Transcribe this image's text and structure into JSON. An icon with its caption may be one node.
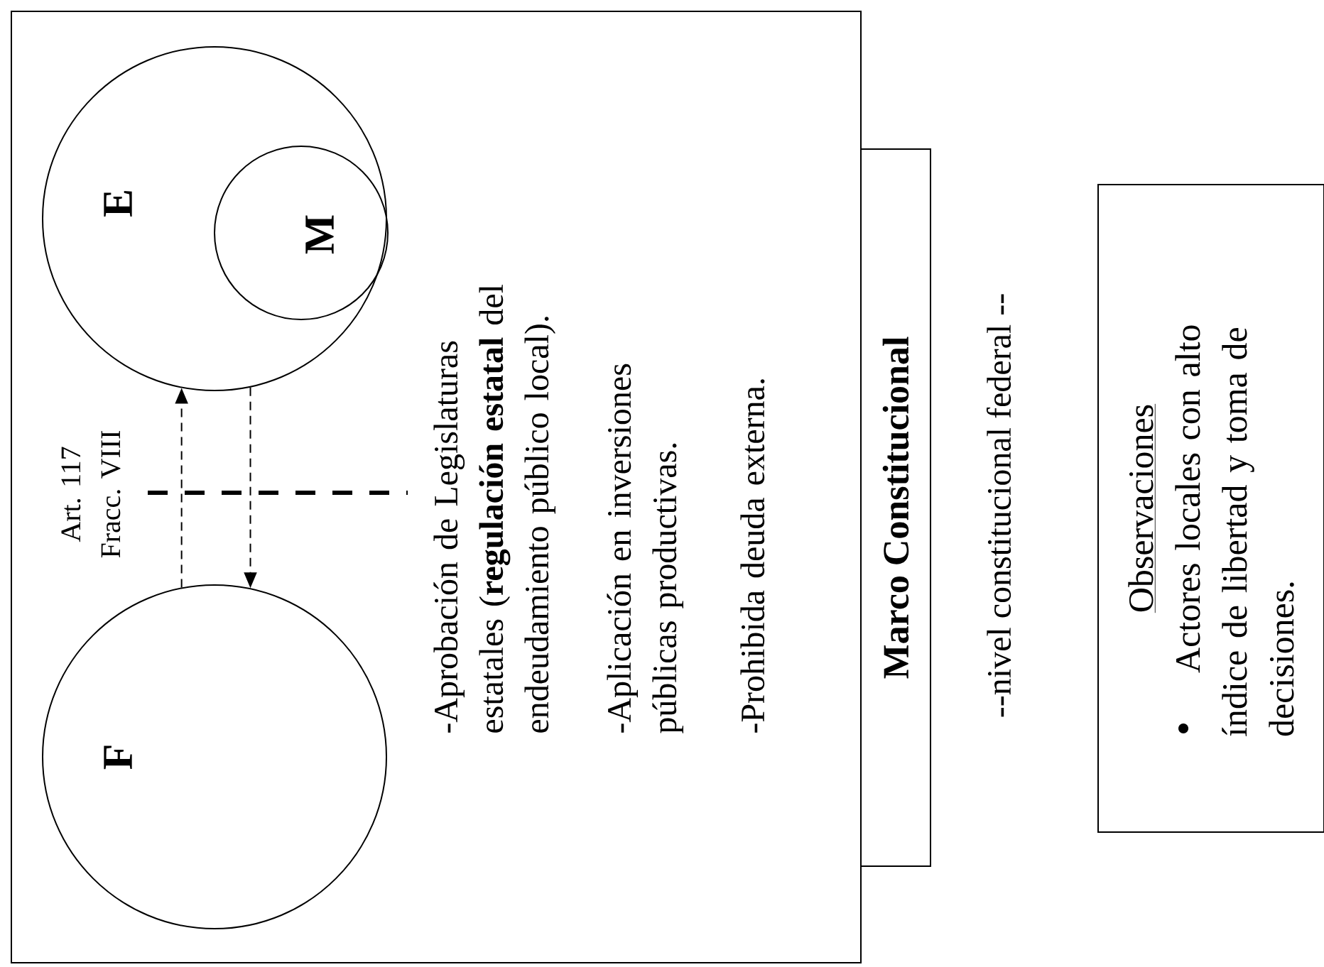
{
  "diagram": {
    "nodes": [
      {
        "text": [
          "-Aprobación de Legislaturas estatales (**regulación estatal** del endeudamiento público local).",
          "-Aplicación en inversiones públicas productivas.",
          "-Prohibida deuda externa."
        ]
      },
      {
        "text": [
          "F"
        ],
        "in": 0
      },
      {
        "text": [
          "E"
        ],
        "in": 0
      },
      {
        "text": [
          "M"
        ],
        "in": 2
      },
      {
        "text": [
          "Marco Constitucional"
        ]
      },
      {
        "text": [
          "Observaciones",
          "Actores locales con alto índice de libertad y toma de decisiones."
        ]
      }
    ],
    "edges": [
      {
        "from": 1,
        "to": 2,
        "arrow": "to",
        "style": "dashed"
      },
      {
        "from": 2,
        "to": 1,
        "arrow": "to",
        "style": "dashed"
      }
    ],
    "labels": [
      "Art. 117 Fracc. VIII",
      "--nivel constitucional federal --"
    ]
  }
}
